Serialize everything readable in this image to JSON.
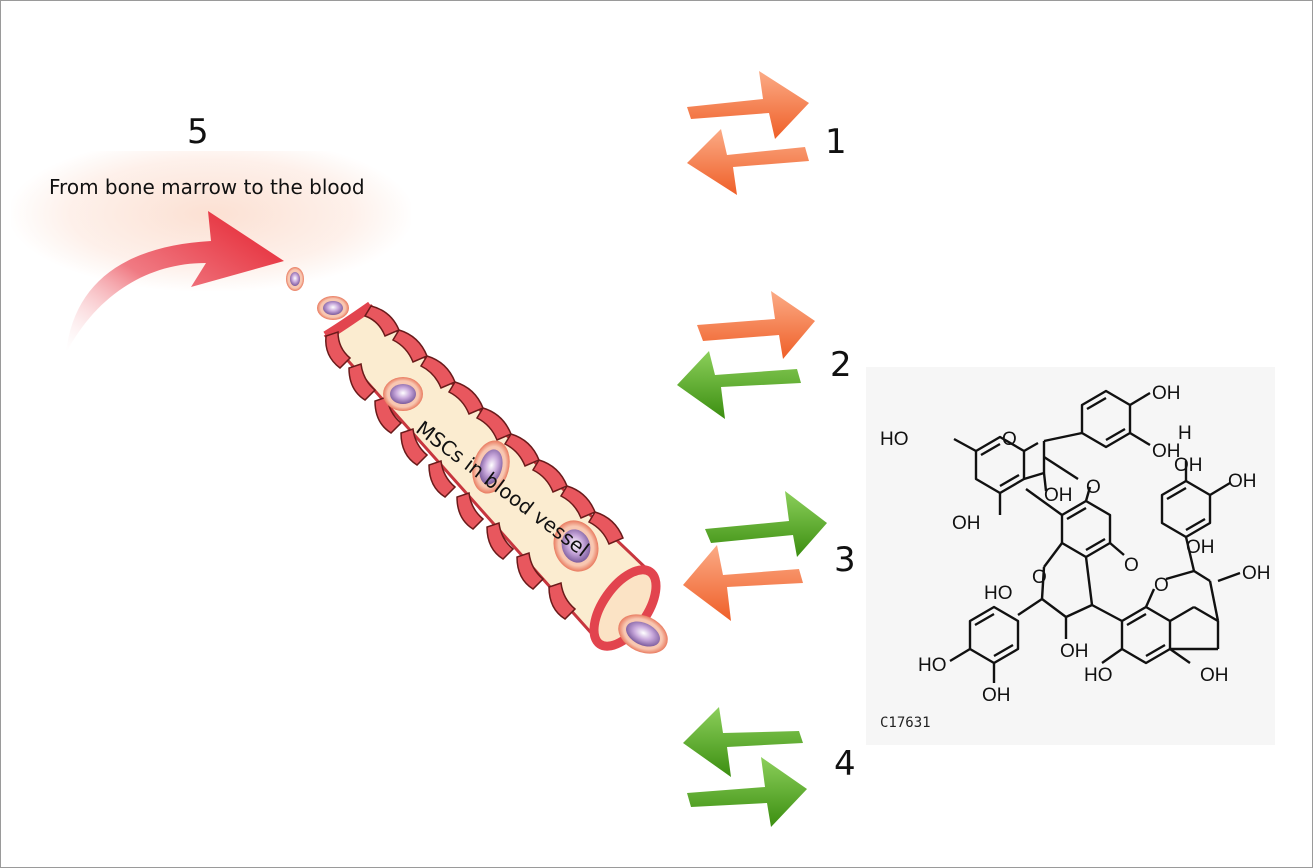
{
  "colors": {
    "orange_arrow": "#f4743a",
    "green_arrow": "#4aa01a",
    "red_arrow": "#e41f2c",
    "vessel_wall": "#e2444e",
    "vessel_lumen": "#fbecd0",
    "cell_nucleus": "#9a76b3"
  },
  "labels": {
    "marker_1": "1",
    "marker_2": "2",
    "marker_3": "3",
    "marker_4": "4",
    "marker_5": "5",
    "bone_marrow_caption": "From bone marrow to the blood",
    "vessel_caption": "MSCs in blood vessel"
  },
  "molecule": {
    "compound_id": "C17631",
    "atom_labels": [
      "OH",
      "OH",
      "HO",
      "O",
      "O",
      "OH",
      "OH",
      "H",
      "O",
      "OH",
      "O",
      "OH",
      "O",
      "OH",
      "OH",
      "HO",
      "OH",
      "HO",
      "OH",
      "HO",
      "OH"
    ]
  }
}
